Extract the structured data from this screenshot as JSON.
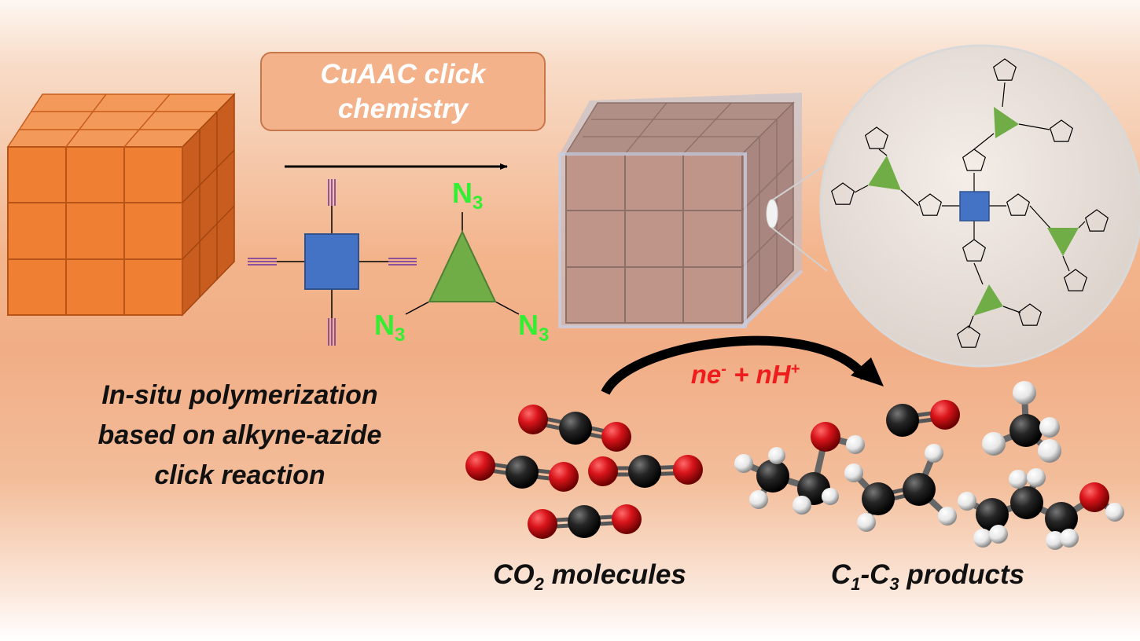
{
  "box_title": "CuAAC click chemistry",
  "left_caption": "In-situ polymerization based on alkyne-azide click reaction",
  "co2": {
    "formula": "CO",
    "sub": "2",
    "label": " molecules"
  },
  "products": {
    "c1": "C",
    "s1": "1",
    "dash": "-C",
    "s3": "3",
    "label": " products"
  },
  "reagent": {
    "ne": "ne",
    "neSup": "-",
    "mid": " + nH",
    "hSup": "+"
  },
  "azide": {
    "letter": "N",
    "sub": "3"
  },
  "colors": {
    "cube_orange": "#ee7f33",
    "node_blue": "#4473c5",
    "linker_green": "#70ad47",
    "azide_green": "#33ee33",
    "alkyne_purple": "#7030a0",
    "reagent_red": "#ee1c1c",
    "oxygen_red": "#d8141a",
    "carbon_black": "#1e1e1e",
    "hydrogen_white": "#f0f0f0"
  }
}
